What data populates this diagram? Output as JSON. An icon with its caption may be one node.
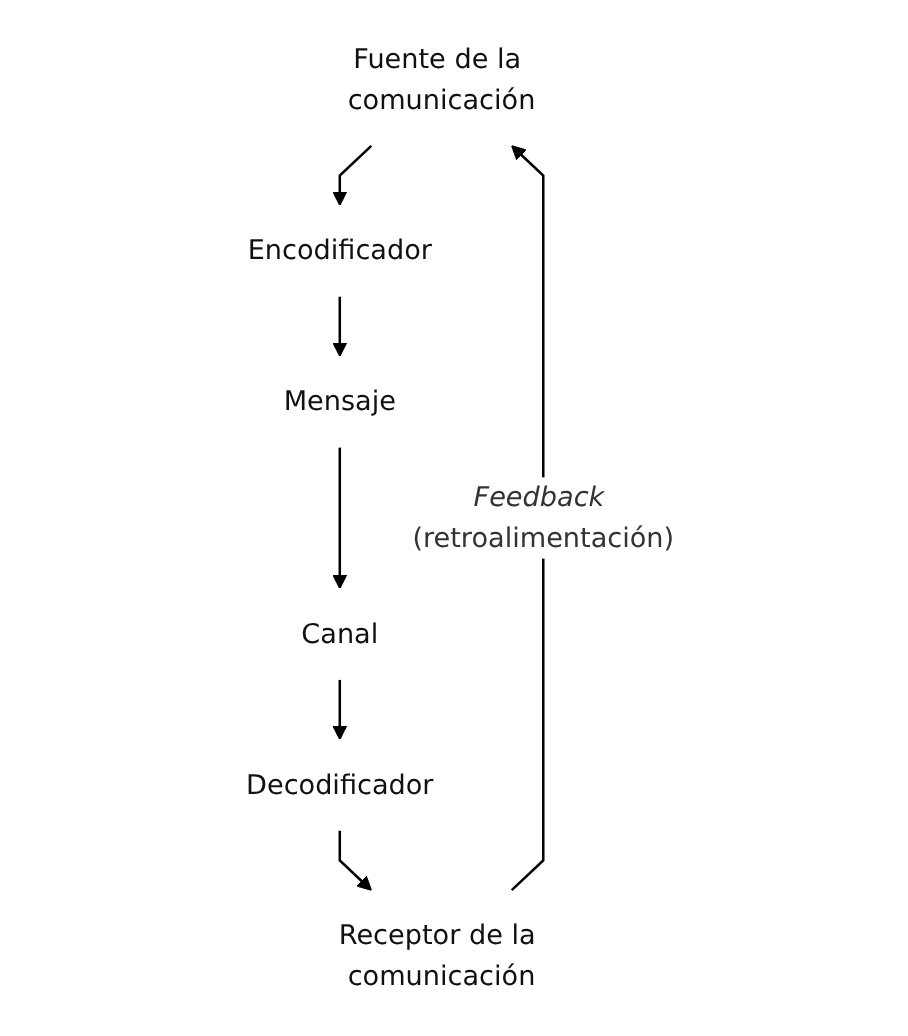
{
  "diagram": {
    "nodes": [
      {
        "text": [
          "Fuente de la comunicación"
        ]
      },
      {
        "text": [
          "Encodificador"
        ]
      },
      {
        "text": [
          "Mensaje"
        ]
      },
      {
        "text": [
          "Canal"
        ]
      },
      {
        "text": [
          "Decodificador"
        ]
      },
      {
        "text": [
          "Receptor de la comunicación"
        ]
      }
    ],
    "edges": [
      {
        "from": 0,
        "to": 1,
        "arrow": "to"
      },
      {
        "from": 1,
        "to": 2,
        "arrow": "to"
      },
      {
        "from": 2,
        "to": 3,
        "arrow": "to"
      },
      {
        "from": 3,
        "to": 4,
        "arrow": "to"
      },
      {
        "from": 4,
        "to": 5,
        "arrow": "to"
      },
      {
        "from": 5,
        "to": 0,
        "arrow": "to",
        "label": "*Feedback* (retroalimentación)"
      }
    ]
  }
}
